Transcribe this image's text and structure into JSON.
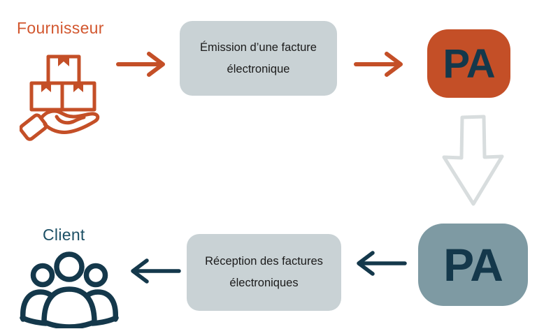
{
  "palette": {
    "orange": "#C44F27",
    "orange_label": "#D2572F",
    "navy": "#14384B",
    "client_label_color": "#1D5065",
    "step_box_fill": "#C9D2D5",
    "step_box_text": "#1B1B1B",
    "slate": "#7E9AA3",
    "light_arrow": "#D8DDDE"
  },
  "supplier": {
    "label": "Fournisseur",
    "icon": "hand-holding-boxes-icon"
  },
  "client": {
    "label": "Client",
    "icon": "people-group-icon"
  },
  "flow": {
    "emission_box": "Émission d’une facture électronique",
    "reception_box": "Réception des factures électroniques",
    "platform_top": "PA",
    "platform_bottom": "PA"
  },
  "arrows": [
    {
      "name": "supplier-to-emission",
      "direction": "right",
      "color": "#C44F27"
    },
    {
      "name": "emission-to-platform",
      "direction": "right",
      "color": "#C44F27"
    },
    {
      "name": "platform-to-platform",
      "direction": "down",
      "color": "#D8DDDE"
    },
    {
      "name": "platform-to-reception",
      "direction": "left",
      "color": "#14384B"
    },
    {
      "name": "reception-to-client",
      "direction": "left",
      "color": "#14384B"
    }
  ]
}
